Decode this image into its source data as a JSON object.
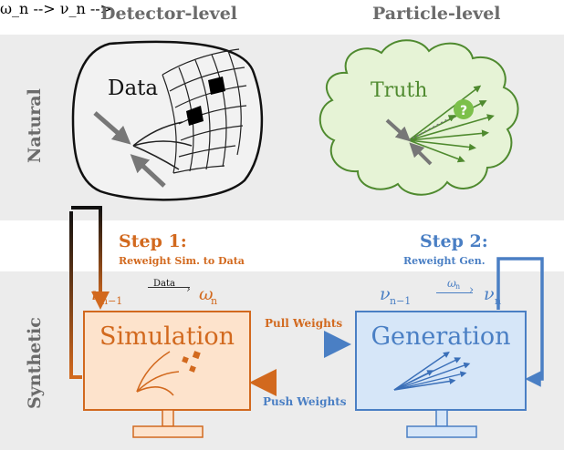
{
  "columns": {
    "detector": "Detector-level",
    "particle": "Particle-level"
  },
  "rows": {
    "natural": "Natural",
    "synthetic": "Synthetic"
  },
  "natural": {
    "data_label": "Data",
    "truth_label": "Truth",
    "question_mark": "?"
  },
  "step1": {
    "title": "Step 1:",
    "subtitle": "Reweight Sim. to Data"
  },
  "step2": {
    "title": "Step 2:",
    "subtitle": "Reweight Gen."
  },
  "formulas": {
    "left": {
      "lhs": "ν",
      "lhs_sub": "n−1",
      "over": "Data",
      "rhs": "ω",
      "rhs_sub": "n"
    },
    "right": {
      "lhs": "ν",
      "lhs_sub": "n−1",
      "over": "ω",
      "over_sub": "n",
      "rhs": "ν",
      "rhs_sub": "n"
    }
  },
  "monitors": {
    "simulation": "Simulation",
    "generation": "Generation"
  },
  "arrows": {
    "pull": "Pull Weights",
    "push": "Push Weights"
  },
  "colors": {
    "orange": "#d2691e",
    "orange_fill": "#fde3cc",
    "blue": "#4a7fc4",
    "blue_fill": "#d6e6f8",
    "green": "#4f8a2f",
    "green_fill": "#e6f3d6",
    "band": "#ececec"
  }
}
